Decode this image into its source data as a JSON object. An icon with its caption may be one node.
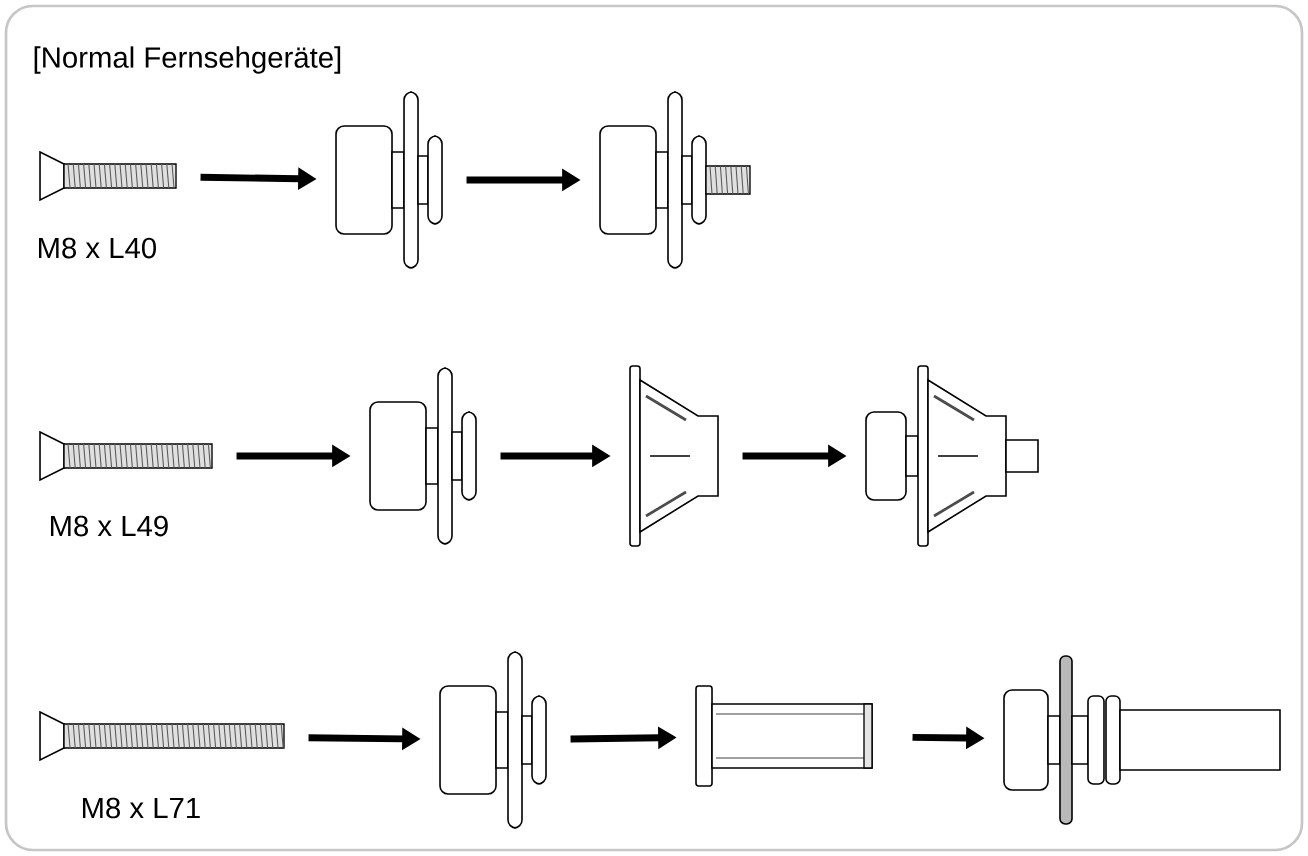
{
  "diagram": {
    "nodes": [
      {
        "text": [],
        "shape": "picture",
        "beside": [
          "M8 x L40"
        ]
      },
      {
        "text": [],
        "shape": "picture"
      },
      {
        "text": [],
        "shape": "picture"
      },
      {
        "text": [],
        "shape": "picture",
        "beside": [
          "M8 x L49"
        ]
      },
      {
        "text": [],
        "shape": "picture"
      },
      {
        "text": [],
        "shape": "picture"
      },
      {
        "text": [],
        "shape": "picture"
      },
      {
        "text": [],
        "shape": "picture",
        "beside": [
          "M8 x L71"
        ]
      },
      {
        "text": [],
        "shape": "picture"
      },
      {
        "text": [],
        "shape": "picture"
      },
      {
        "text": [],
        "shape": "picture"
      }
    ],
    "edges": [
      {
        "from": 0,
        "to": 1,
        "arrow": "to"
      },
      {
        "from": 1,
        "to": 2,
        "arrow": "to"
      },
      {
        "from": 3,
        "to": 4,
        "arrow": "to"
      },
      {
        "from": 4,
        "to": 5,
        "arrow": "to"
      },
      {
        "from": 5,
        "to": 6,
        "arrow": "to"
      },
      {
        "from": 7,
        "to": 8,
        "arrow": "to"
      },
      {
        "from": 8,
        "to": 9,
        "arrow": "to"
      },
      {
        "from": 9,
        "to": 10,
        "arrow": "to"
      }
    ],
    "labels": [
      "[Normal Fernsehgeräte]"
    ]
  }
}
